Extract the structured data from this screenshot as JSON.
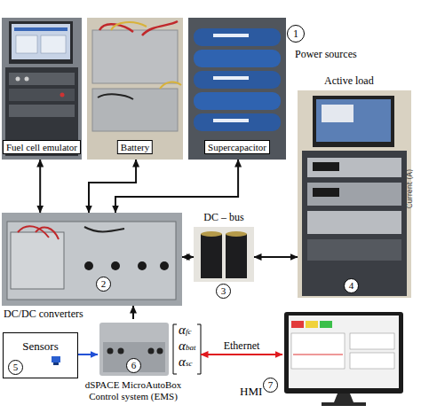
{
  "diagram": {
    "nodes": [
      {
        "text": [
          "Fuel cell emulator"
        ]
      },
      {
        "text": [
          "Battery"
        ]
      },
      {
        "text": [
          "Supercapacitor"
        ]
      },
      {
        "text": [
          "Active load",
          "4"
        ]
      },
      {
        "text": [
          "2",
          "DC/DC converters"
        ]
      },
      {
        "text": [
          "DC – bus",
          "3"
        ]
      },
      {
        "text": [
          "Sensors",
          "5"
        ]
      },
      {
        "text": [
          "6",
          "dSPACE MicroAutoBox Control system (EMS)"
        ]
      },
      {
        "text": [
          "HMI",
          "7"
        ]
      }
    ],
    "edges": [
      {
        "from": 0,
        "to": 4,
        "arrow": "both"
      },
      {
        "from": 1,
        "to": 4,
        "arrow": "both"
      },
      {
        "from": 2,
        "to": 4,
        "arrow": "both"
      },
      {
        "from": 4,
        "to": 5,
        "arrow": "both"
      },
      {
        "from": 5,
        "to": 3,
        "arrow": "both"
      },
      {
        "from": 7,
        "to": 4,
        "arrow": "to"
      },
      {
        "from": 6,
        "to": 7,
        "arrow": "to"
      },
      {
        "from": 7,
        "to": 8,
        "label": "Ethernet",
        "arrow": "both"
      }
    ],
    "labels": [
      "1",
      "Power sources",
      "αfc",
      "αbat",
      "αsc",
      "Current (A)"
    ]
  }
}
